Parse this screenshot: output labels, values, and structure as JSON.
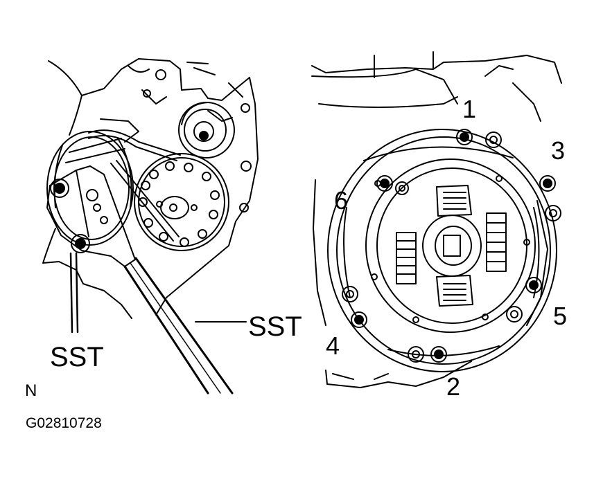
{
  "labels": {
    "sst_left": "SST",
    "sst_right": "SST",
    "mark_n": "N",
    "figure_code": "G02810728"
  },
  "bolt_numbers": [
    "1",
    "2",
    "3",
    "4",
    "5",
    "6"
  ],
  "colors": {
    "ink": "#000000",
    "paper": "#ffffff"
  }
}
